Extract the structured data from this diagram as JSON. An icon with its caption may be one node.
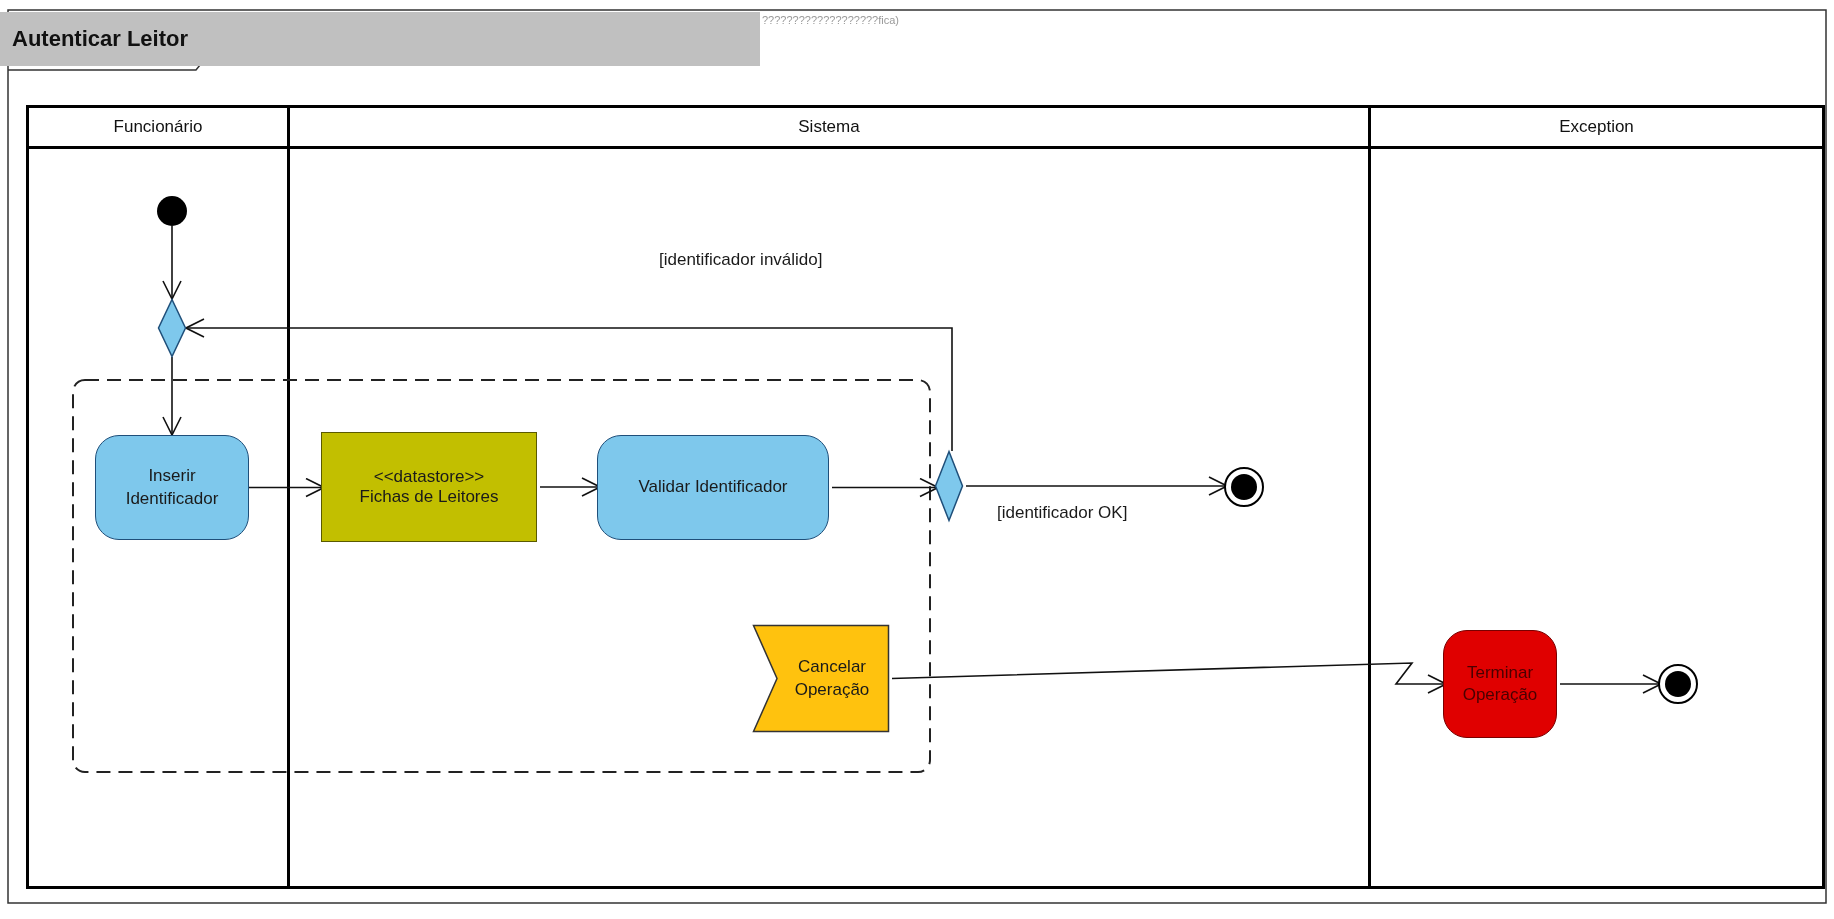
{
  "diagram": {
    "title": "Autenticar Leitor",
    "nodes": [
      {
        "text": [
          "Funcionário"
        ]
      },
      {
        "text": [
          "Sistema"
        ]
      },
      {
        "text": [
          "Exception"
        ]
      },
      {
        "text": [],
        "shape": "circle",
        "in": 0
      },
      {
        "text": [],
        "shape": "diamond",
        "in": 0
      },
      {
        "text": [
          "Inserir Identificador"
        ],
        "in": 0
      },
      {
        "text": [
          "<<datastore>>",
          "Fichas de Leitores"
        ],
        "in": 1
      },
      {
        "text": [
          "Validar Identificador"
        ],
        "in": 1
      },
      {
        "text": [],
        "shape": "diamond",
        "in": 1
      },
      {
        "text": [],
        "shape": "circle",
        "in": 1
      },
      {
        "text": [
          "Cancelar Operação"
        ],
        "in": 1
      },
      {
        "text": [
          "Terminar Operação"
        ],
        "in": 2
      },
      {
        "text": [],
        "shape": "circle",
        "in": 2
      }
    ],
    "edges": [
      {
        "from": 3,
        "to": 4,
        "arrow": "to"
      },
      {
        "from": 4,
        "to": 5,
        "arrow": "to"
      },
      {
        "from": 5,
        "to": 6,
        "arrow": "to"
      },
      {
        "from": 6,
        "to": 7,
        "arrow": "to"
      },
      {
        "from": 7,
        "to": 8,
        "arrow": "to"
      },
      {
        "from": 8,
        "to": 4,
        "arrow": "to",
        "label": "[identificador inválido]"
      },
      {
        "from": 8,
        "to": 9,
        "arrow": "to",
        "label": "[identificador OK]"
      },
      {
        "from": 10,
        "to": 11,
        "arrow": "to"
      },
      {
        "from": 11,
        "to": 12,
        "arrow": "to"
      }
    ],
    "labels": [
      "???????????????????fica)"
    ]
  }
}
